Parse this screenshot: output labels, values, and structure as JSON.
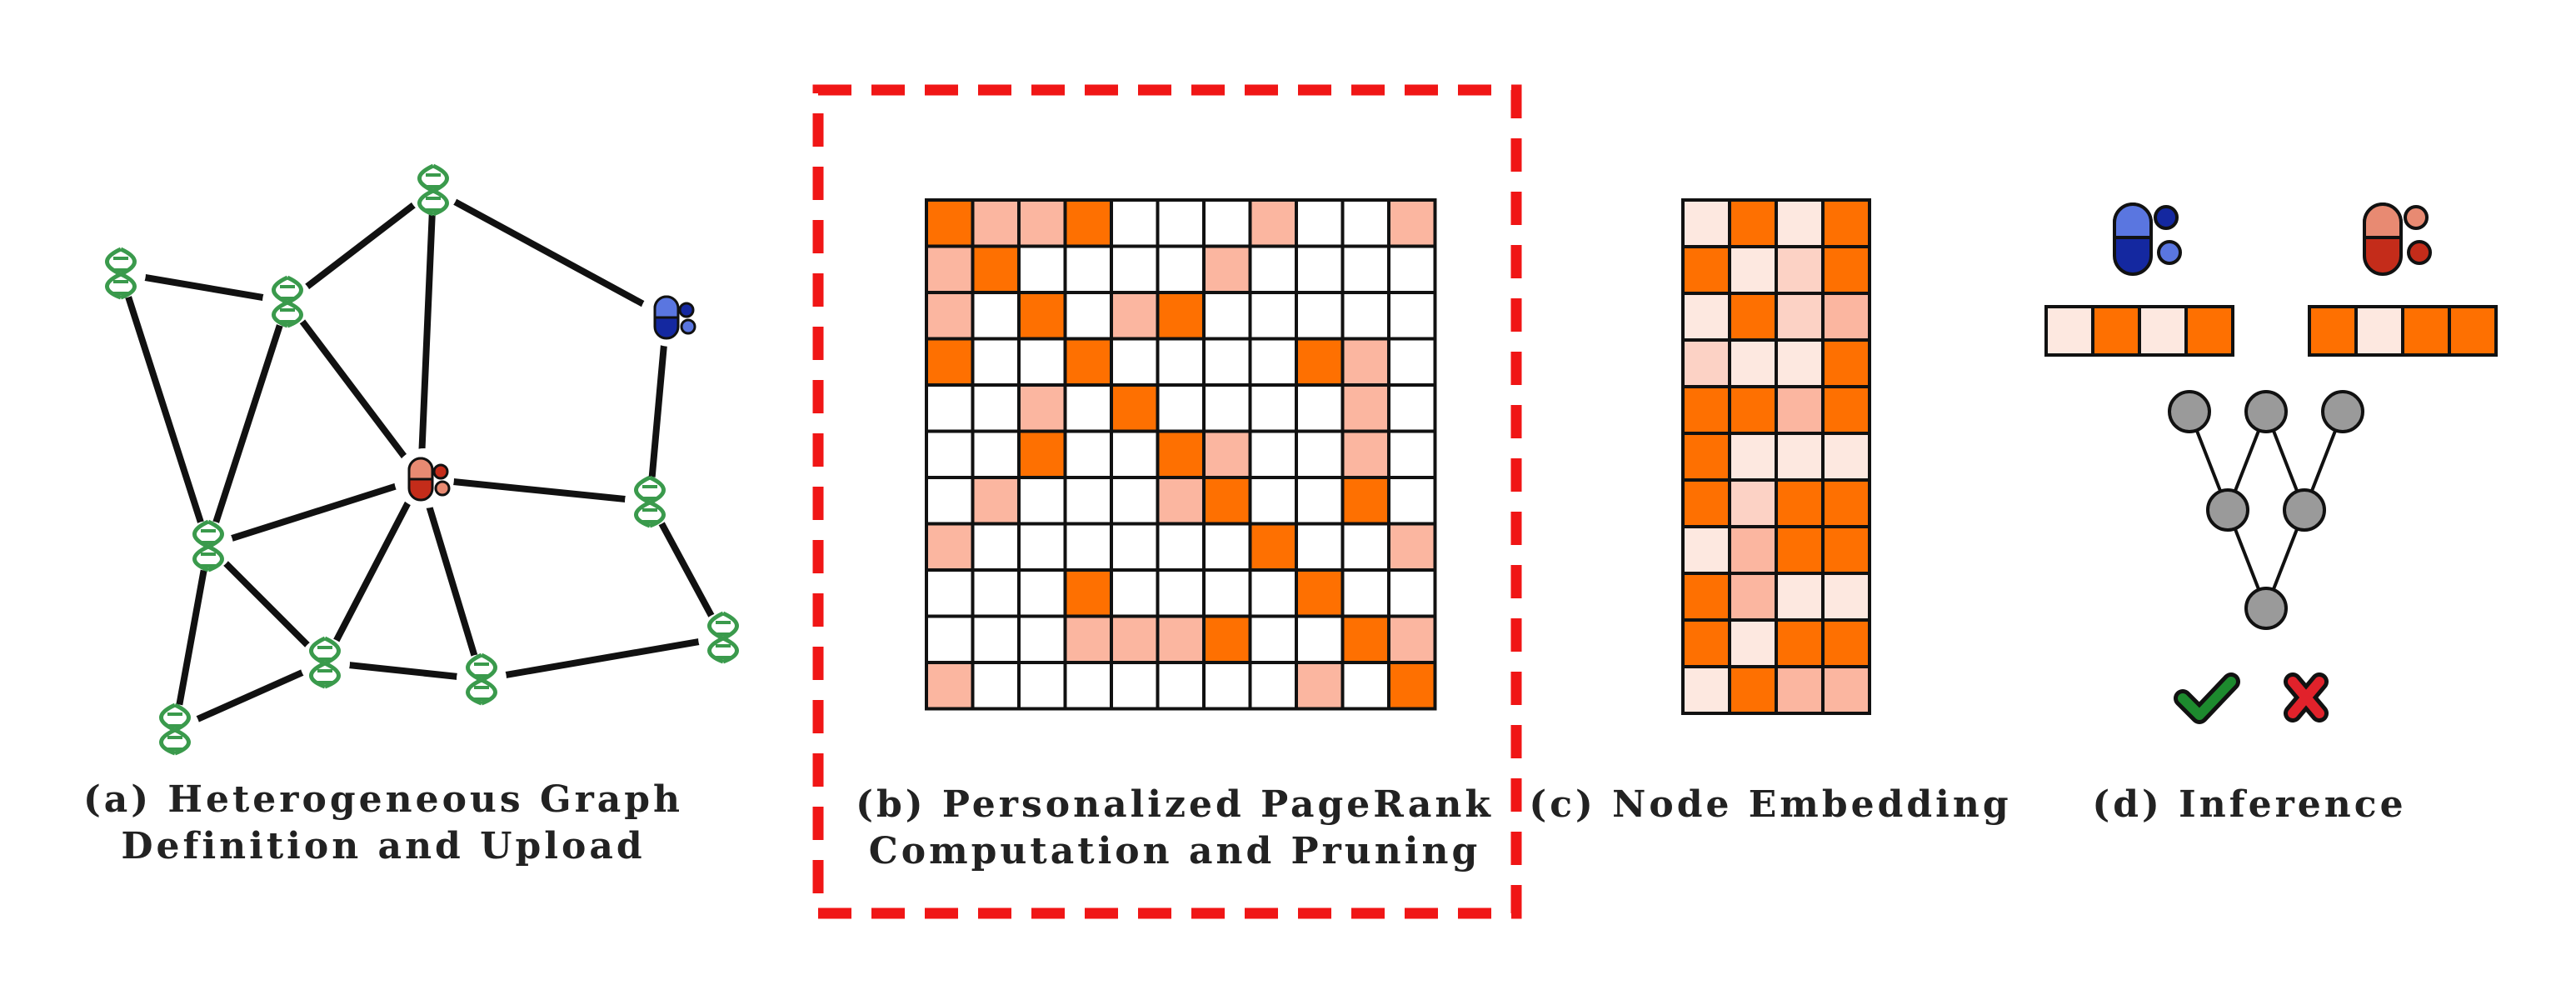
{
  "panels": {
    "a": {
      "caption_line1": "(a) Heterogeneous Graph",
      "caption_line2": "Definition and Upload"
    },
    "b": {
      "caption_line1": "(b) Personalized PageRank",
      "caption_line2": "Computation and Pruning"
    },
    "c": {
      "caption_line1": "(c) Node Embedding"
    },
    "d": {
      "caption_line1": "(d) Inference"
    }
  },
  "graph": {
    "nodes": [
      {
        "id": "g1",
        "kind": "dna"
      },
      {
        "id": "g2",
        "kind": "dna"
      },
      {
        "id": "g3",
        "kind": "dna"
      },
      {
        "id": "d_blue",
        "kind": "drug-blue"
      },
      {
        "id": "d_red",
        "kind": "drug-red"
      },
      {
        "id": "g4",
        "kind": "dna"
      },
      {
        "id": "g5",
        "kind": "dna"
      },
      {
        "id": "g6",
        "kind": "dna"
      },
      {
        "id": "g7",
        "kind": "dna"
      },
      {
        "id": "g8",
        "kind": "dna"
      },
      {
        "id": "g9",
        "kind": "dna"
      }
    ],
    "edges": [
      [
        "g1",
        "g2"
      ],
      [
        "g1",
        "g5"
      ],
      [
        "g2",
        "g3"
      ],
      [
        "g2",
        "g5"
      ],
      [
        "g2",
        "d_red"
      ],
      [
        "g3",
        "d_blue"
      ],
      [
        "g3",
        "d_red"
      ],
      [
        "d_blue",
        "g4"
      ],
      [
        "d_red",
        "g4"
      ],
      [
        "d_red",
        "g5"
      ],
      [
        "d_red",
        "g6"
      ],
      [
        "d_red",
        "g7"
      ],
      [
        "g5",
        "g6"
      ],
      [
        "g5",
        "g9"
      ],
      [
        "g6",
        "g7"
      ],
      [
        "g6",
        "g9"
      ],
      [
        "g7",
        "g8"
      ],
      [
        "g4",
        "g8"
      ]
    ]
  },
  "ppr_matrix": {
    "levels": [
      [
        2,
        1,
        1,
        2,
        0,
        0,
        0,
        1,
        0,
        0,
        1
      ],
      [
        1,
        2,
        0,
        0,
        0,
        0,
        1,
        0,
        0,
        0,
        0
      ],
      [
        1,
        0,
        2,
        0,
        1,
        2,
        0,
        0,
        0,
        0,
        0
      ],
      [
        2,
        0,
        0,
        2,
        0,
        0,
        0,
        0,
        2,
        1,
        0
      ],
      [
        0,
        0,
        1,
        0,
        2,
        0,
        0,
        0,
        0,
        1,
        0
      ],
      [
        0,
        0,
        2,
        0,
        0,
        2,
        1,
        0,
        0,
        1,
        0
      ],
      [
        0,
        1,
        0,
        0,
        0,
        1,
        2,
        0,
        0,
        2,
        0
      ],
      [
        1,
        0,
        0,
        0,
        0,
        0,
        0,
        2,
        0,
        0,
        1
      ],
      [
        0,
        0,
        0,
        2,
        0,
        0,
        0,
        0,
        2,
        0,
        0
      ],
      [
        0,
        0,
        0,
        1,
        1,
        1,
        2,
        0,
        0,
        2,
        1
      ],
      [
        1,
        0,
        0,
        0,
        0,
        0,
        0,
        0,
        1,
        0,
        2
      ]
    ]
  },
  "embedding_matrix": {
    "levels": [
      [
        4,
        2,
        4,
        2
      ],
      [
        2,
        4,
        3,
        2
      ],
      [
        4,
        2,
        3,
        1
      ],
      [
        3,
        4,
        4,
        2
      ],
      [
        2,
        2,
        1,
        2
      ],
      [
        2,
        4,
        4,
        4
      ],
      [
        2,
        3,
        2,
        2
      ],
      [
        4,
        1,
        2,
        2
      ],
      [
        2,
        1,
        4,
        4
      ],
      [
        2,
        4,
        2,
        2
      ],
      [
        4,
        2,
        1,
        1
      ]
    ]
  },
  "inference": {
    "drug_a_embedding": [
      4,
      2,
      4,
      2
    ],
    "drug_b_embedding": [
      2,
      4,
      2,
      2
    ],
    "result_icons": [
      "check-icon",
      "cross-icon"
    ]
  },
  "colors": {
    "strong": "#fe7001",
    "medium": "#fbb6a0",
    "light": "#fcd2c5",
    "faint": "#fde8e0",
    "empty": "#ffffff",
    "highlight_border": "#f01616",
    "graph_edge": "#111111",
    "dna": "#3a9a4c",
    "drug_blue": "#1428a0",
    "drug_red": "#c42c1a",
    "nn_node": "#9a9a9a",
    "check": "#1d8a2e",
    "cross": "#e1222b"
  }
}
